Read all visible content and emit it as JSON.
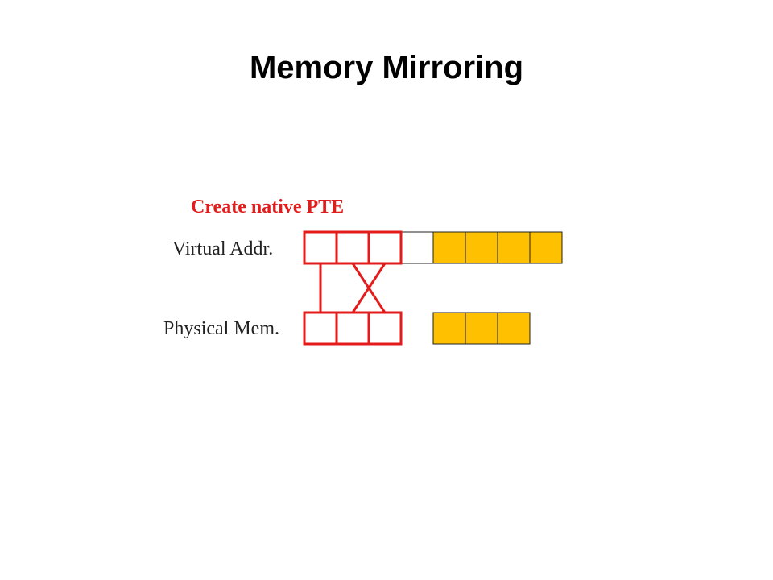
{
  "title": "Memory Mirroring",
  "step_label": "Create native PTE",
  "rows": {
    "virtual": {
      "label": "Virtual Addr.",
      "cells": [
        "mapped",
        "mapped",
        "mapped",
        "empty",
        "filled",
        "filled",
        "filled",
        "filled"
      ]
    },
    "physical": {
      "label": "Physical Mem.",
      "cells": [
        "mapped",
        "mapped",
        "mapped",
        "gap",
        "filled",
        "filled",
        "filled"
      ]
    }
  },
  "mappings": [
    {
      "from_virtual": 0,
      "to_physical": 0
    },
    {
      "from_virtual": 1,
      "to_physical": 2
    },
    {
      "from_virtual": 2,
      "to_physical": 1
    }
  ],
  "colors": {
    "highlight": "#e31b1b",
    "filled": "#ffc000",
    "outline": "#222222",
    "title": "#000000"
  }
}
